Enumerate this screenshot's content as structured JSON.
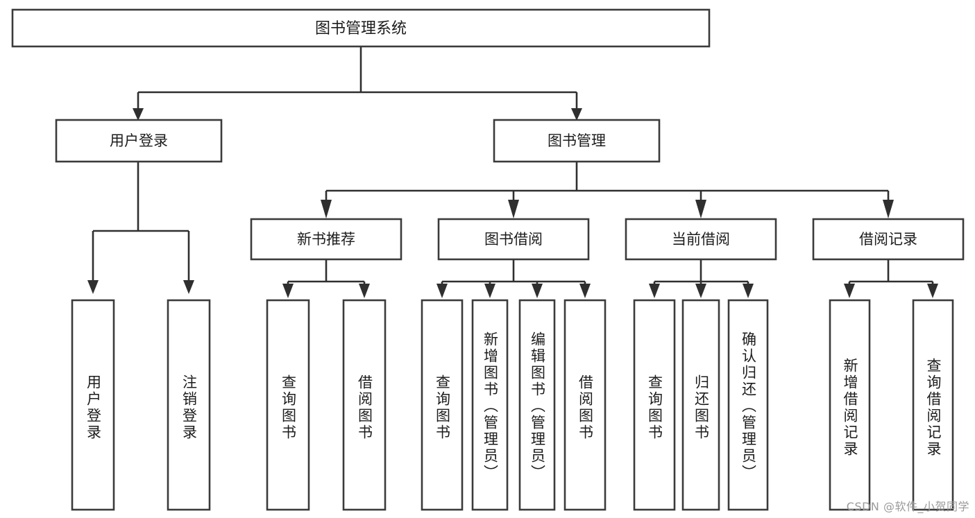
{
  "diagram": {
    "type": "hierarchy-tree",
    "title": "图书管理系统",
    "orientation": "top-down",
    "colors": {
      "box_stroke": "#3b3b3b",
      "box_fill": "#ffffff",
      "edge": "#2f2f2f",
      "text": "#1c1c1c",
      "watermark": "#9a9a9a"
    },
    "root": {
      "label": "图书管理系统"
    },
    "level2": [
      {
        "id": "user-login",
        "label": "用户登录"
      },
      {
        "id": "book-manage",
        "label": "图书管理"
      }
    ],
    "level3": [
      {
        "id": "new-book-recommend",
        "label": "新书推荐",
        "parent": "book-manage"
      },
      {
        "id": "book-borrow",
        "label": "图书借阅",
        "parent": "book-manage"
      },
      {
        "id": "current-borrow",
        "label": "当前借阅",
        "parent": "book-manage"
      },
      {
        "id": "borrow-record",
        "label": "借阅记录",
        "parent": "book-manage"
      }
    ],
    "leaves": {
      "user-login": [
        {
          "id": "leaf-user-login",
          "label": "用户登录"
        },
        {
          "id": "leaf-user-logout",
          "label": "注销登录"
        }
      ],
      "new-book-recommend": [
        {
          "id": "leaf-query-book-1",
          "label": "查询图书"
        },
        {
          "id": "leaf-borrow-book-1",
          "label": "借阅图书"
        }
      ],
      "book-borrow": [
        {
          "id": "leaf-query-book-2",
          "label": "查询图书"
        },
        {
          "id": "leaf-add-book",
          "label": "新增图书（管理员）"
        },
        {
          "id": "leaf-edit-book",
          "label": "编辑图书（管理员）"
        },
        {
          "id": "leaf-borrow-book-2",
          "label": "借阅图书"
        }
      ],
      "current-borrow": [
        {
          "id": "leaf-query-book-3",
          "label": "查询图书"
        },
        {
          "id": "leaf-return-book",
          "label": "归还图书"
        },
        {
          "id": "leaf-confirm-return",
          "label": "确认归还（管理员）"
        }
      ],
      "borrow-record": [
        {
          "id": "leaf-add-record",
          "label": "新增借阅记录"
        },
        {
          "id": "leaf-query-record",
          "label": "查询借阅记录"
        }
      ]
    }
  },
  "watermark": {
    "text": "CSDN @软件_小贺同学"
  }
}
